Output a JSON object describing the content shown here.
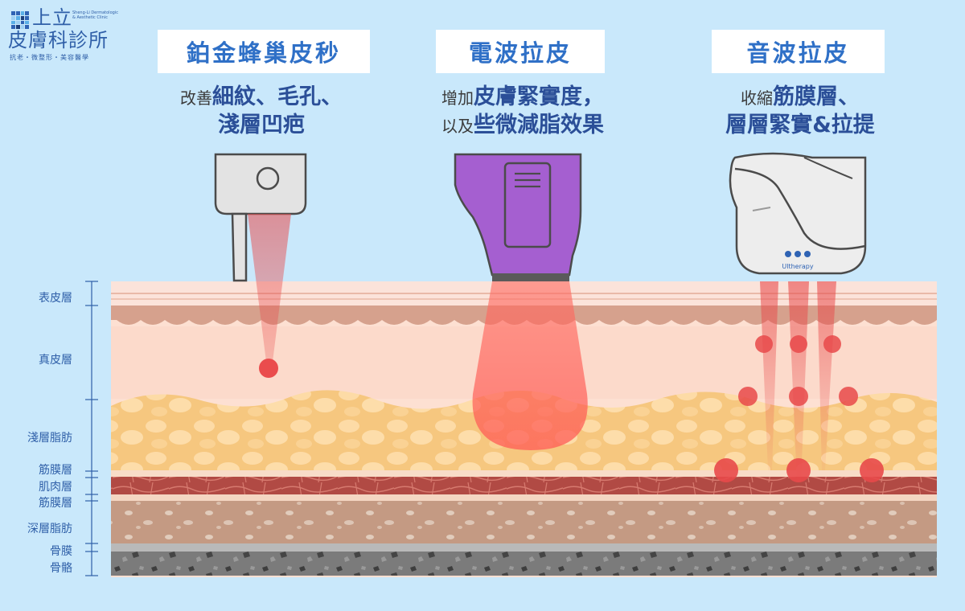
{
  "logo": {
    "name_line1": "上立",
    "name_line2": "皮膚科診所",
    "english": "Sheng-Li Dermatologic & Aesthetic Clinic",
    "tagline": "抗老・微整形・美容醫學"
  },
  "treatments": [
    {
      "title": "鉑金蜂巢皮秒",
      "desc_line1_small": "改善",
      "desc_line1_big": "細紋、毛孔、",
      "desc_line2_big": "淺層凹疤"
    },
    {
      "title": "電波拉皮",
      "desc_line1_small": "增加",
      "desc_line1_big": "皮膚緊實度，",
      "desc_line2_small": "以及",
      "desc_line2_big": "些微減脂效果"
    },
    {
      "title": "音波拉皮",
      "desc_line1_small": "收縮",
      "desc_line1_big": "筋膜層、",
      "desc_line2_big": "層層緊實&拉提"
    }
  ],
  "device_brand": "Ultherapy",
  "layers": [
    "表皮層",
    "真皮層",
    "淺層脂肪",
    "筋膜層",
    "肌肉層",
    "筋膜層",
    "深層脂肪",
    "骨膜",
    "骨骼"
  ],
  "colors": {
    "background": "#c9e8fb",
    "title_text": "#2f70c7",
    "desc_emphasis": "#2b4f98",
    "beam_red": "#e8494a",
    "rf_device": "#a55fd0"
  }
}
